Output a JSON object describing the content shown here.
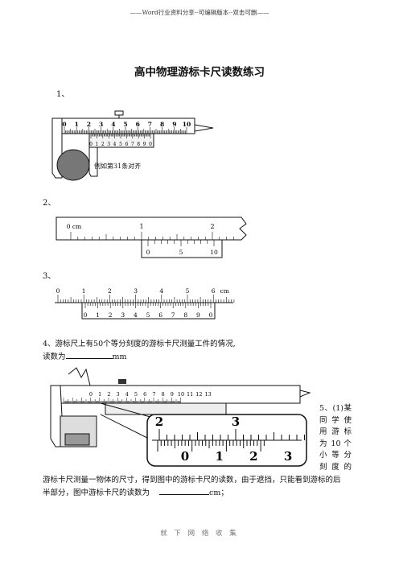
{
  "header": "——Word行业资料分享--可编辑版本--双击可删——",
  "title": "高中物理游标卡尺读数练习",
  "q1": {
    "label": "1、",
    "main_scale_labels": [
      "0",
      "1",
      "2",
      "3",
      "4",
      "5",
      "6",
      "7",
      "8",
      "9",
      "10"
    ],
    "vernier_labels": [
      "0",
      "1",
      "2",
      "3",
      "4",
      "5",
      "6",
      "7",
      "8",
      "9",
      "0"
    ],
    "note": "例如第31条对齐"
  },
  "q2": {
    "label": "2、",
    "main_unit": "0 cm",
    "main_labels": [
      "1",
      "2"
    ],
    "vernier_labels": [
      "0",
      "5",
      "10"
    ]
  },
  "q3": {
    "label": "3、",
    "main_labels": [
      "0",
      "1",
      "2",
      "3",
      "4",
      "5",
      "6"
    ],
    "unit": "cm",
    "vernier_labels": [
      "0",
      "1",
      "2",
      "3",
      "4",
      "5",
      "6",
      "7",
      "8",
      "9",
      "0"
    ]
  },
  "q4": {
    "line1": "4、游标尺上有50个等分刻度的游标卡尺测量工件的情况,",
    "prefix": "读数为",
    "suffix": "mm"
  },
  "q5": {
    "figure_main_labels": [
      "0",
      "1",
      "2",
      "3",
      "4",
      "5",
      "6",
      "7",
      "8",
      "9",
      "10",
      "11",
      "12",
      "13"
    ],
    "zoom_main_labels": [
      "2",
      "3"
    ],
    "zoom_vernier_labels": [
      "0",
      "1",
      "2",
      "3"
    ],
    "side_lines": [
      "5、(1)某",
      "同 学 使",
      "用 游 标",
      "为 10 个",
      "小 等 分",
      "刻 度 的"
    ],
    "line1": "游标卡尺测量一物体的尺寸，得到图中的游标卡尺的读数，由于遮挡，只能看到游标的后",
    "line2_prefix": "半部分，图中游标卡尺的读数为",
    "line2_suffix": "cm；"
  },
  "footer": "就 下 网 络 收 集"
}
